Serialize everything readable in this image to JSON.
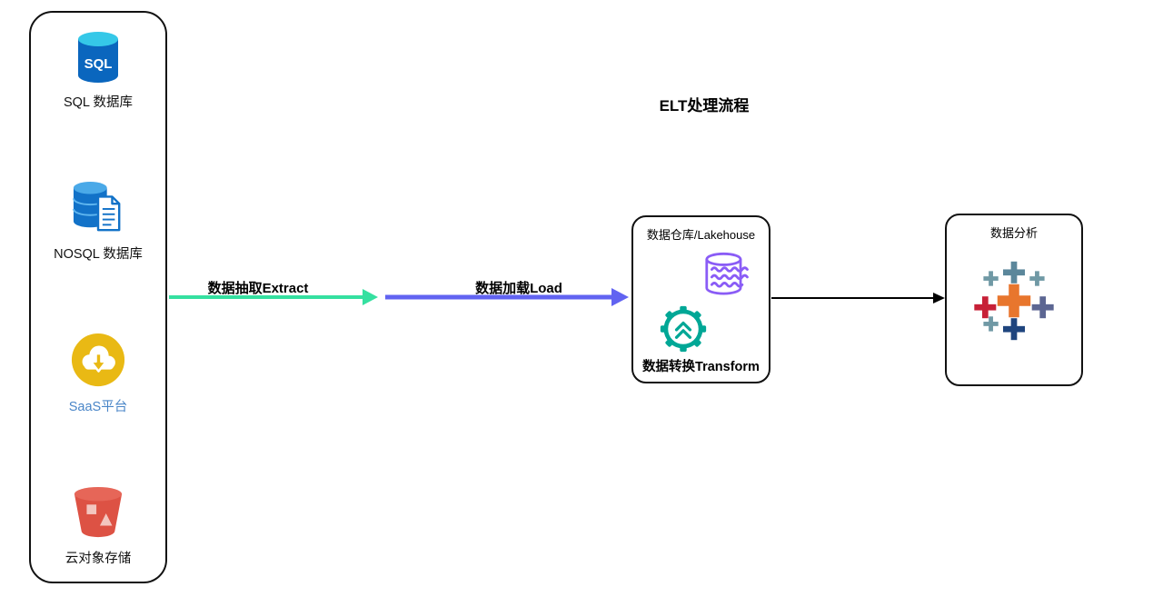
{
  "diagram": {
    "title": "ELT处理流程"
  },
  "sources": {
    "items": [
      {
        "label": "SQL 数据库",
        "icon": "sql-database-icon",
        "icon_text": "SQL"
      },
      {
        "label": "NOSQL 数据库",
        "icon": "nosql-database-icon"
      },
      {
        "label": "SaaS平台",
        "icon": "saas-cloud-icon",
        "label_color": "#4a86c8"
      },
      {
        "label": "云对象存储",
        "icon": "cloud-storage-bucket-icon"
      }
    ]
  },
  "flows": {
    "extract": {
      "label": "数据抽取Extract",
      "color": "#35e0a0"
    },
    "load": {
      "label": "数据加载Load",
      "color": "#6163f1"
    },
    "warehouse_to_analysis": {
      "label": "",
      "color": "#000000"
    }
  },
  "warehouse": {
    "title": "数据仓库/Lakehouse",
    "transform_label": "数据转换Transform",
    "lakehouse_icon_color": "#8a5cf6",
    "gear_icon_color": "#00a796"
  },
  "analysis": {
    "title": "数据分析",
    "icon": "tableau-logo-icon",
    "icon_colors": [
      "#E8762D",
      "#C72037",
      "#5B879B",
      "#5C6692",
      "#1F457E",
      "#7099A5"
    ]
  },
  "colors": {
    "sql_body": "#0a66be",
    "sql_top": "#35c8e8",
    "saas_circle": "#e9b914",
    "bucket": "#dd5244",
    "extract_arrow": "#35e0a0",
    "load_arrow": "#6163f1",
    "border": "#111111"
  }
}
